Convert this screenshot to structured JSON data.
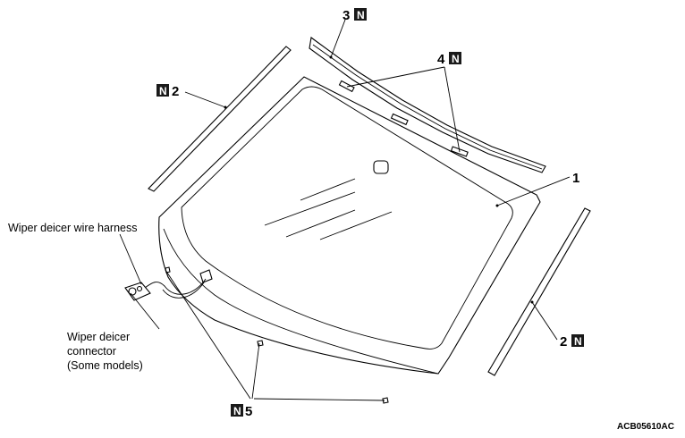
{
  "callouts": {
    "c1": {
      "number": "1",
      "new_mark": ""
    },
    "c2_upper": {
      "number": "2",
      "new_mark": "N"
    },
    "c2_lower": {
      "number": "2",
      "new_mark": "N"
    },
    "c3": {
      "number": "3",
      "new_mark": "N"
    },
    "c4": {
      "number": "4",
      "new_mark": "N"
    },
    "c5": {
      "number": "5",
      "new_mark": "N"
    }
  },
  "labels": {
    "wire_harness": "Wiper deicer wire harness",
    "connector_line1": "Wiper deicer",
    "connector_line2": "connector",
    "connector_line3": "(Some models)"
  },
  "figure_code": "ACB05610AC",
  "icons": [
    "new-part-mark-icon"
  ]
}
